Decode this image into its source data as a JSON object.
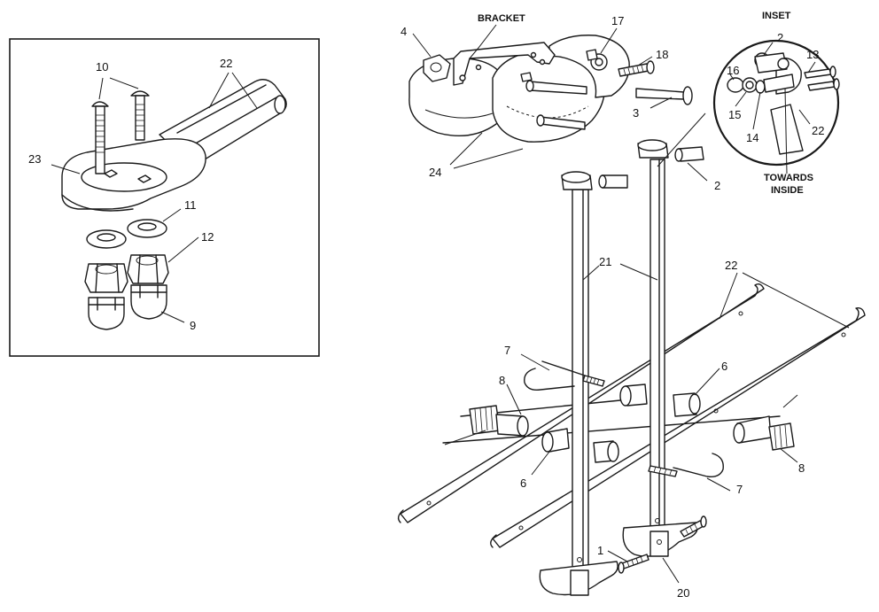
{
  "labels": {
    "n10": "10",
    "n22a": "22",
    "n23": "23",
    "n11": "11",
    "n12": "12",
    "n9": "9",
    "bracket": "BRACKET",
    "n4": "4",
    "n17": "17",
    "n18": "18",
    "n3": "3",
    "n24": "24",
    "inset": "INSET",
    "n2i": "2",
    "n13": "13",
    "n16": "16",
    "n15": "15",
    "n14": "14",
    "n22i": "22",
    "towards": "TOWARDS",
    "inside": "INSIDE",
    "n2": "2",
    "n21": "21",
    "n22b": "22",
    "n7a": "7",
    "n8a": "8",
    "n6a": "6",
    "n6b": "6",
    "n8b": "8",
    "n7b": "7",
    "n1": "1",
    "n20": "20"
  }
}
